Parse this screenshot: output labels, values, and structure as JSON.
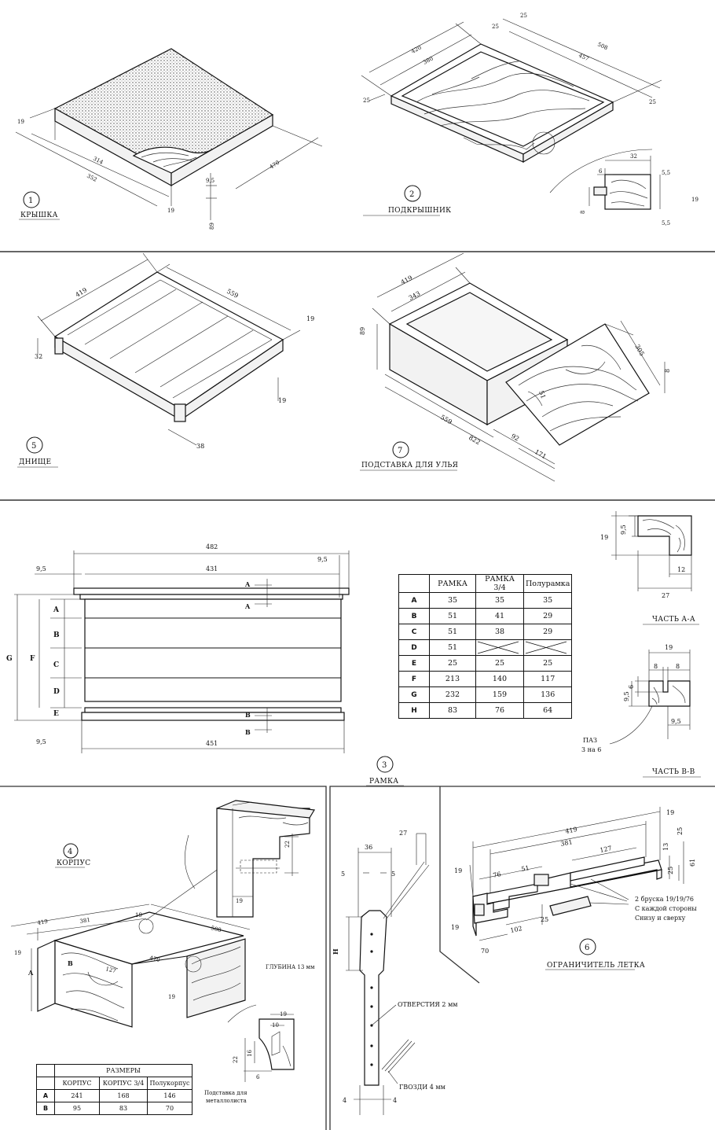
{
  "panels": {
    "p1": {
      "num": "1",
      "title": "КРЫШКА",
      "dims": [
        "19",
        "314",
        "352",
        "470",
        "9,5",
        "19",
        "89"
      ]
    },
    "p2": {
      "num": "2",
      "title": "ПОДКРЫШНИК",
      "dims": [
        "420",
        "380",
        "25",
        "25",
        "25",
        "508",
        "457",
        "25",
        "32",
        "6",
        "5,5",
        "5,5",
        "19",
        "8"
      ]
    },
    "p5": {
      "num": "5",
      "title": "ДНИЩЕ",
      "dims": [
        "419",
        "559",
        "19",
        "32",
        "19",
        "38"
      ]
    },
    "p7": {
      "num": "7",
      "title": "ПОДСТАВКА ДЛЯ УЛЬЯ",
      "dims": [
        "419",
        "343",
        "89",
        "305",
        "8",
        "51",
        "559",
        "822",
        "92",
        "171"
      ]
    },
    "p3": {
      "num": "3",
      "title": "РАМКА",
      "dims": [
        "482",
        "431",
        "9,5",
        "9,5",
        "451",
        "9,5"
      ],
      "rows": [
        "A",
        "B",
        "C",
        "D",
        "E"
      ],
      "side_labels": [
        "G",
        "F"
      ],
      "section_marks": [
        "A",
        "A",
        "B",
        "B"
      ],
      "part_aa": "ЧАСТЬ  А-А",
      "part_bb": "ЧАСТЬ  В-В",
      "aa_dims": [
        "9,5",
        "19",
        "12",
        "27"
      ],
      "bb_dims": [
        "19",
        "8",
        "8",
        "6",
        "9,5",
        "9,5"
      ],
      "groove_label": "ПАЗ",
      "groove_size": "3 на 6"
    },
    "p4": {
      "num": "4",
      "title": "КОРПУС",
      "dims": [
        "419",
        "381",
        "19",
        "508",
        "470",
        "19",
        "127",
        "19",
        "22",
        "19",
        "19",
        "10",
        "22",
        "16",
        "6"
      ],
      "depth_label": "ГЛУБИНА 13 мм",
      "letters": [
        "A",
        "B"
      ],
      "stand_label_1": "Подставка для",
      "stand_label_2": "металлолиста"
    },
    "pH": {
      "dims": [
        "36",
        "27",
        "5",
        "5",
        "4",
        "4"
      ],
      "letter": "H",
      "holes_label": "ОТВЕРСТИЯ 2 мм",
      "nails_label": "ГВОЗДИ 4 мм"
    },
    "p6": {
      "num": "6",
      "title": "ОГРАНИЧИТЕЛЬ ЛЕТКА",
      "dims": [
        "419",
        "381",
        "127",
        "19",
        "19",
        "76",
        "51",
        "25",
        "13",
        "61",
        "25",
        "102",
        "25",
        "19",
        "70"
      ],
      "note_1": "2 бруска 19/19/76",
      "note_2": "С каждой стороны",
      "note_3": "Снизу и сверху"
    }
  },
  "frame_table": {
    "headers": [
      "",
      "РАМКА",
      "РАМКА 3/4",
      "Полурамка"
    ],
    "rows": [
      {
        "k": "A",
        "v": [
          "35",
          "35",
          "35"
        ]
      },
      {
        "k": "B",
        "v": [
          "51",
          "41",
          "29"
        ]
      },
      {
        "k": "C",
        "v": [
          "51",
          "38",
          "29"
        ]
      },
      {
        "k": "D",
        "v": [
          "51",
          "",
          ""
        ]
      },
      {
        "k": "E",
        "v": [
          "25",
          "25",
          "25"
        ]
      },
      {
        "k": "F",
        "v": [
          "213",
          "140",
          "117"
        ]
      },
      {
        "k": "G",
        "v": [
          "232",
          "159",
          "136"
        ]
      },
      {
        "k": "H",
        "v": [
          "83",
          "76",
          "64"
        ]
      }
    ]
  },
  "size_table": {
    "title": "РАЗМЕРЫ",
    "headers": [
      "КОРПУС",
      "КОРПУС 3/4",
      "Полукорпус"
    ],
    "rows": [
      {
        "k": "A",
        "v": [
          "241",
          "168",
          "146"
        ]
      },
      {
        "k": "B",
        "v": [
          "95",
          "83",
          "70"
        ]
      }
    ]
  }
}
